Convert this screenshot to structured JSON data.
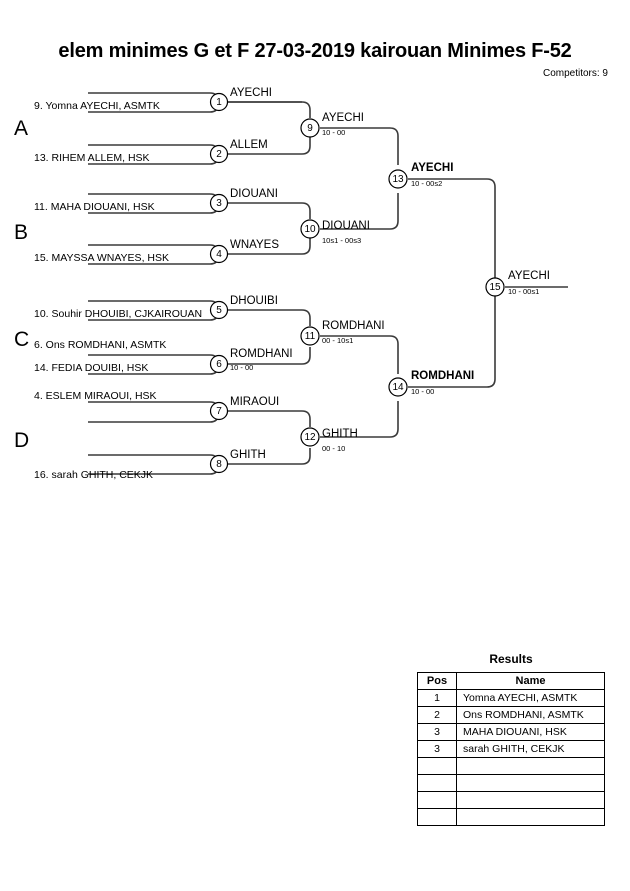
{
  "header": {
    "title": "elem minimes G et F  27-03-2019  kairouan   Minimes F-52",
    "competitors": "Competitors: 9"
  },
  "bracket": {
    "groups": [
      {
        "letter": "A"
      },
      {
        "letter": "B"
      },
      {
        "letter": "C"
      },
      {
        "letter": "D"
      }
    ],
    "entries": [
      {
        "id": "e1",
        "label": "9. Yomna AYECHI, ASMTK"
      },
      {
        "id": "e2",
        "label": "13. RIHEM ALLEM, HSK"
      },
      {
        "id": "e3",
        "label": "11. MAHA DIOUANI, HSK"
      },
      {
        "id": "e4",
        "label": "15. MAYSSA WNAYES, HSK"
      },
      {
        "id": "e5",
        "label": "10. Souhir DHOUIBI, CJKAIROUAN"
      },
      {
        "id": "e6",
        "label": "6. Ons ROMDHANI, ASMTK"
      },
      {
        "id": "e7",
        "label": "14. FEDIA DOUIBI, HSK"
      },
      {
        "id": "e8",
        "label": "4. ESLEM MIRAOUI, HSK"
      },
      {
        "id": "e9",
        "label": "16. sarah GHITH, CEKJK"
      }
    ],
    "matches": [
      {
        "num": "1",
        "winner": "AYECHI",
        "score": "",
        "bold": false
      },
      {
        "num": "2",
        "winner": "ALLEM",
        "score": "",
        "bold": false
      },
      {
        "num": "3",
        "winner": "DIOUANI",
        "score": "",
        "bold": false
      },
      {
        "num": "4",
        "winner": "WNAYES",
        "score": "",
        "bold": false
      },
      {
        "num": "5",
        "winner": "DHOUIBI",
        "score": "",
        "bold": false
      },
      {
        "num": "6",
        "winner": "ROMDHANI",
        "score": "10 - 00",
        "bold": false
      },
      {
        "num": "7",
        "winner": "MIRAOUI",
        "score": "",
        "bold": false
      },
      {
        "num": "8",
        "winner": "GHITH",
        "score": "",
        "bold": false
      },
      {
        "num": "9",
        "winner": "AYECHI",
        "score": "10 - 00",
        "bold": false
      },
      {
        "num": "10",
        "winner": "DIOUANI",
        "score": "10s1 - 00s3",
        "bold": false
      },
      {
        "num": "11",
        "winner": "ROMDHANI",
        "score": "00 - 10s1",
        "bold": false
      },
      {
        "num": "12",
        "winner": "GHITH",
        "score": "00 - 10",
        "bold": false
      },
      {
        "num": "13",
        "winner": "AYECHI",
        "score": "10 - 00s2",
        "bold": true
      },
      {
        "num": "14",
        "winner": "ROMDHANI",
        "score": "10 - 00",
        "bold": true
      },
      {
        "num": "15",
        "winner": "AYECHI",
        "score": "10 - 00s1",
        "bold": false
      }
    ]
  },
  "results": {
    "title": "Results",
    "columns": [
      "Pos",
      "Name"
    ],
    "rows": [
      {
        "pos": "1",
        "name": "Yomna AYECHI, ASMTK"
      },
      {
        "pos": "2",
        "name": "Ons ROMDHANI, ASMTK"
      },
      {
        "pos": "3",
        "name": "MAHA DIOUANI, HSK"
      },
      {
        "pos": "3",
        "name": "sarah GHITH, CEKJK"
      },
      {
        "pos": "",
        "name": ""
      },
      {
        "pos": "",
        "name": ""
      },
      {
        "pos": "",
        "name": ""
      },
      {
        "pos": "",
        "name": ""
      }
    ]
  }
}
